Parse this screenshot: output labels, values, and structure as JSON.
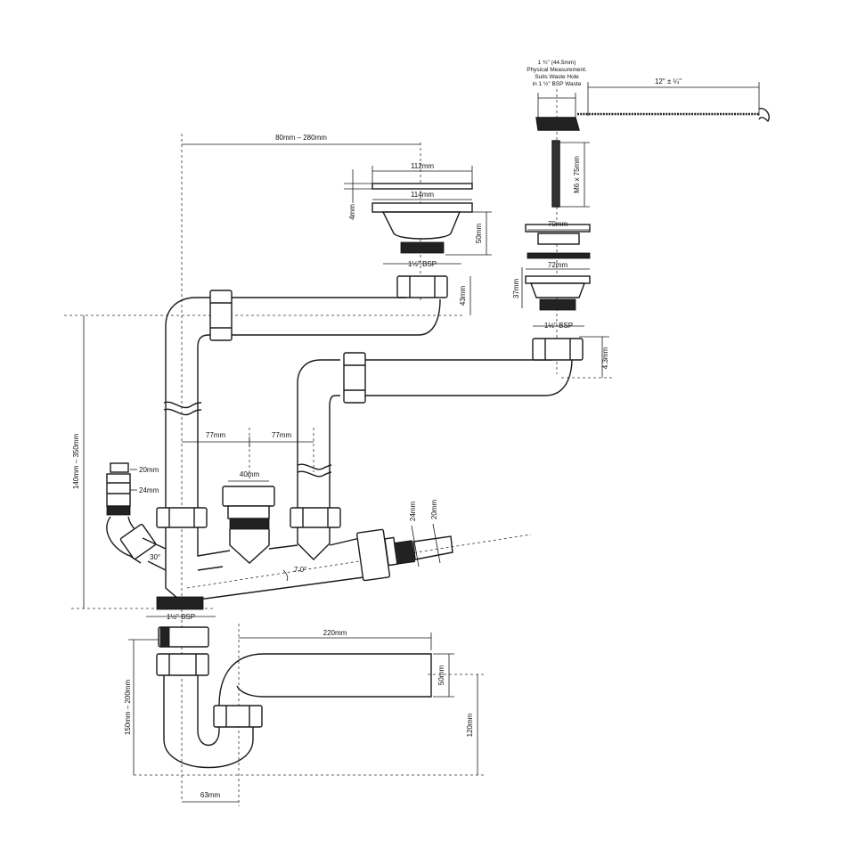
{
  "dimensions": {
    "d_80_280": "80mm – 280mm",
    "d_112": "112mm",
    "d_114": "114mm",
    "d_4": "4mm",
    "d_50_top": "50mm",
    "d_bsp_left": "1½\" BSP",
    "d_43_left": "43mm",
    "d_140_350": "140mm – 350mm",
    "d_77_a": "77mm",
    "d_77_b": "77mm",
    "d_40": "40mm",
    "d_20_left": "20mm",
    "d_24_left": "24mm",
    "d_30deg": "30°",
    "d_7deg": "7.0°",
    "d_24_right": "24mm",
    "d_20_right": "20mm",
    "d_bsp_bottom": "1½\" BSP",
    "d_220": "220mm",
    "d_50_trap": "50mm",
    "d_150_200": "150mm – 200mm",
    "d_120": "120mm",
    "d_63": "63mm",
    "d_70": "70mm",
    "d_72": "72mm",
    "d_37": "37mm",
    "d_bsp_right": "1½\" BSP",
    "d_43_right": "4.3mm",
    "d_m6": "M6 x 75mm",
    "d_12": "12\" ± ¼\""
  },
  "notes": {
    "waste_line1": "1 ¾\" (44.5mm)",
    "waste_line2": "Physical Measurement.",
    "waste_line3": "Suits Waste Hole",
    "waste_line4": "in 1 ½\" BSP Waste"
  }
}
